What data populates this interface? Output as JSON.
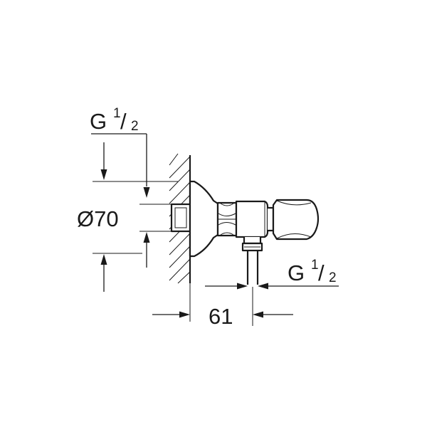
{
  "dimensions": {
    "top_thread": {
      "letter": "G",
      "num": "1",
      "slash": "/",
      "den": "2"
    },
    "diameter": "Ø70",
    "depth": "61",
    "outlet_thread": {
      "letter": "G",
      "num": "1",
      "slash": "/",
      "den": "2"
    }
  },
  "colors": {
    "line": "#1a1a1a",
    "background": "#ffffff"
  }
}
